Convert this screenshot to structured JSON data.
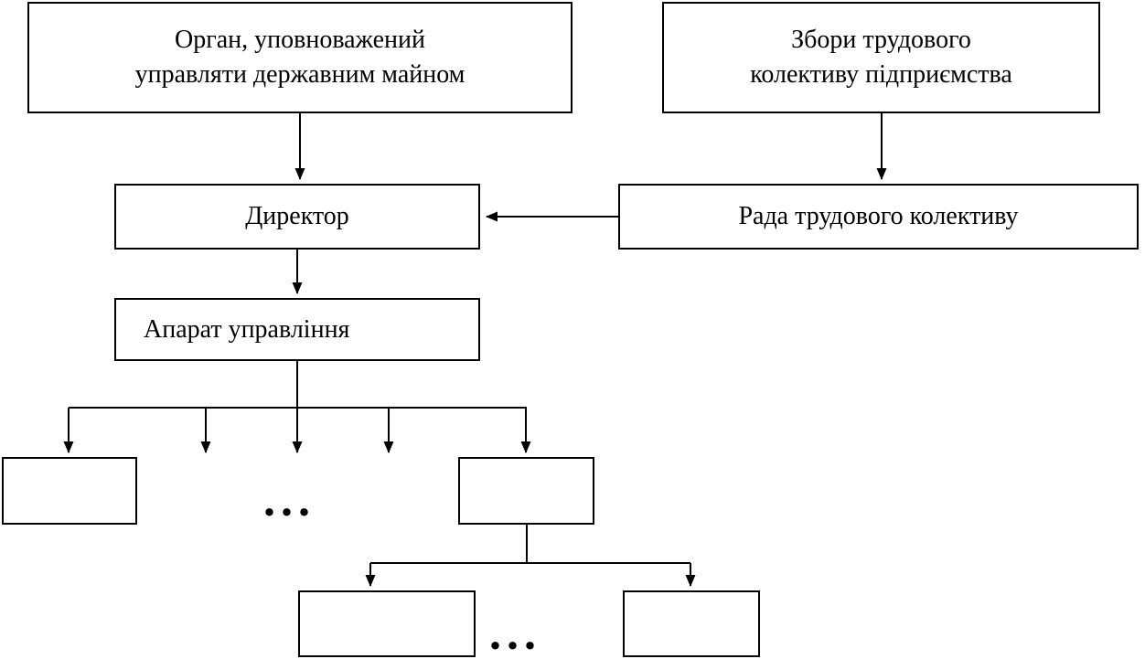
{
  "diagram": {
    "boxes": {
      "state_authority": "Орган, уповноважений\nуправляти державним майном",
      "assembly": "Збори трудового\nколективу підприємства",
      "director": "Директор",
      "council": "Рада трудового колективу",
      "apparatus": "Апарат управління"
    },
    "ellipsis": {
      "units": "...",
      "subunits": "..."
    },
    "colors": {
      "line": "#000000",
      "box_border": "#000000",
      "box_fill": "#ffffff",
      "background": "#ffffff",
      "text": "#000000"
    }
  }
}
